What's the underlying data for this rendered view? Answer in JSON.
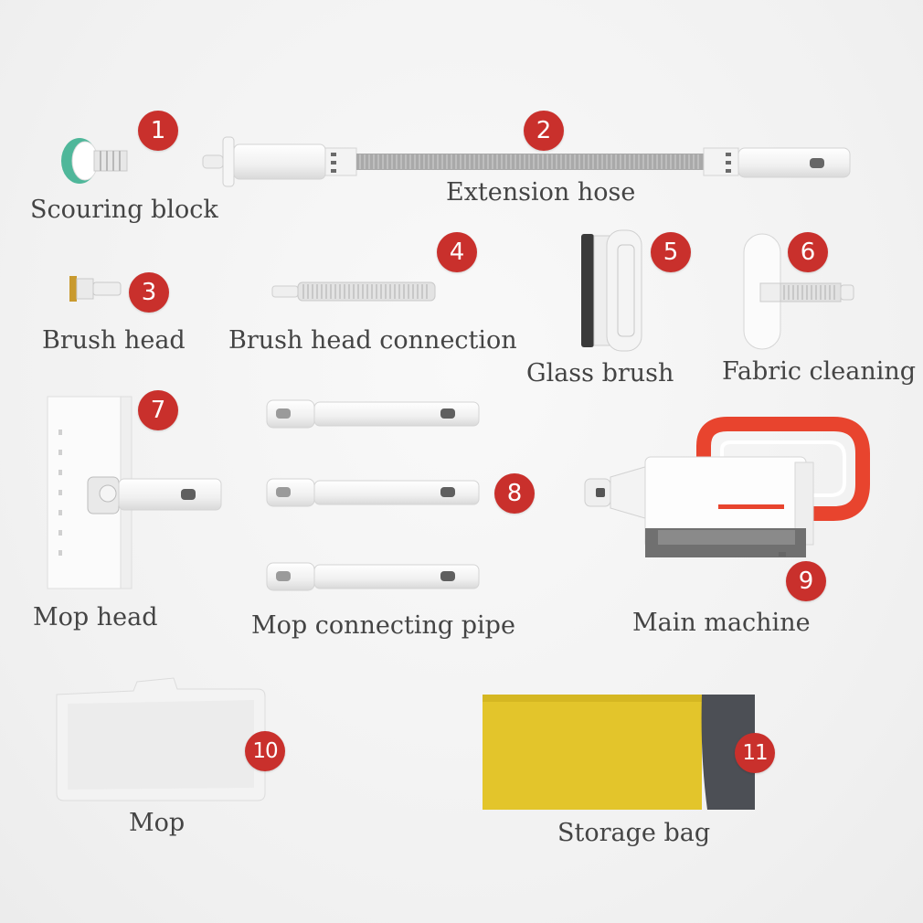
{
  "items": [
    {
      "number": "1",
      "label": "Scouring block"
    },
    {
      "number": "2",
      "label": "Extension hose"
    },
    {
      "number": "3",
      "label": "Brush head"
    },
    {
      "number": "4",
      "label": "Brush head connection"
    },
    {
      "number": "5",
      "label": "Glass brush"
    },
    {
      "number": "6",
      "label": "Fabric cleaning"
    },
    {
      "number": "7",
      "label": "Mop head"
    },
    {
      "number": "8",
      "label": "Mop connecting pipe"
    },
    {
      "number": "9",
      "label": "Main machine"
    },
    {
      "number": "10",
      "label": "Mop"
    },
    {
      "number": "11",
      "label": "Storage bag"
    }
  ],
  "colors": {
    "badge": "#c9302c",
    "accent_red": "#e8442e",
    "teal": "#4fb79a",
    "bag_yellow": "#e3c52b",
    "bag_gray": "#4c4f55"
  }
}
